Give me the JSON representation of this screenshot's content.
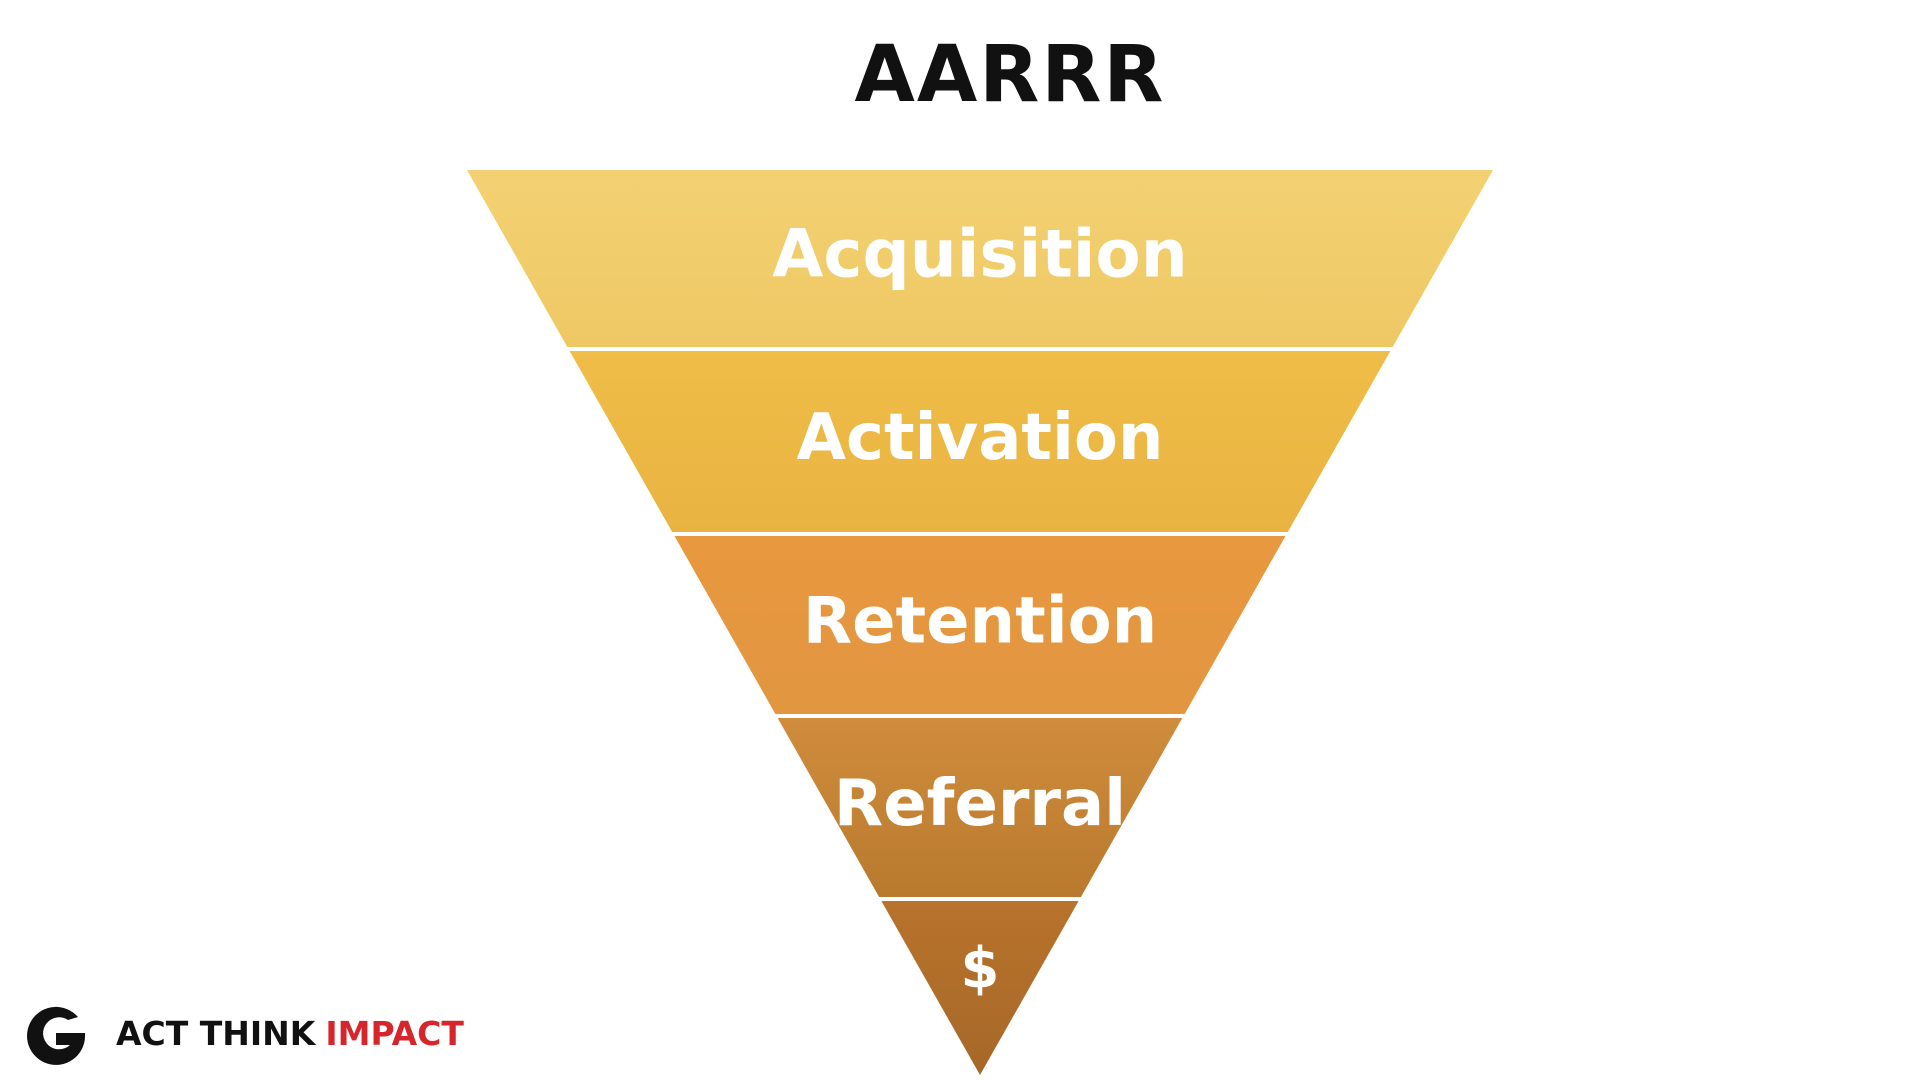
{
  "title": "AARRR",
  "funnel": {
    "stages": [
      {
        "label": "Acquisition",
        "color_top": "#f3d173",
        "color_bottom": "#eec863"
      },
      {
        "label": "Activation",
        "color_top": "#f0bd48",
        "color_bottom": "#e9b341"
      },
      {
        "label": "Retention",
        "color_top": "#e8983f",
        "color_bottom": "#e29640"
      },
      {
        "label": "Referral",
        "color_top": "#d08c3c",
        "color_bottom": "#b97a2e"
      },
      {
        "label": "$",
        "color_top": "#b8732c",
        "color_bottom": "#a66828"
      }
    ],
    "label_color": "#ffffff",
    "separator_color": "#ffffff"
  },
  "brand": {
    "icon": "g-logo-icon",
    "text_part1": "ACT THINK",
    "text_part2": "IMPACT",
    "accent_color": "#d6262c"
  }
}
